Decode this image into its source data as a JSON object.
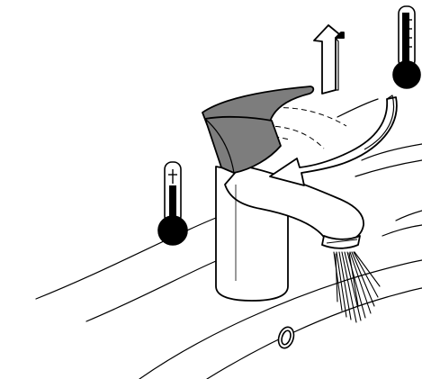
{
  "figure": {
    "kind": "faucet-operation-diagram",
    "shows": [
      "basin",
      "single-lever-faucet",
      "lever-up-arrow",
      "lever-swing-arrow",
      "cold-thermometer-icon",
      "hot-thermometer-icon",
      "water-spray"
    ],
    "colors": {
      "ink": "#000000",
      "paper": "#ffffff",
      "lever_fill": "#7d7d7d"
    }
  }
}
